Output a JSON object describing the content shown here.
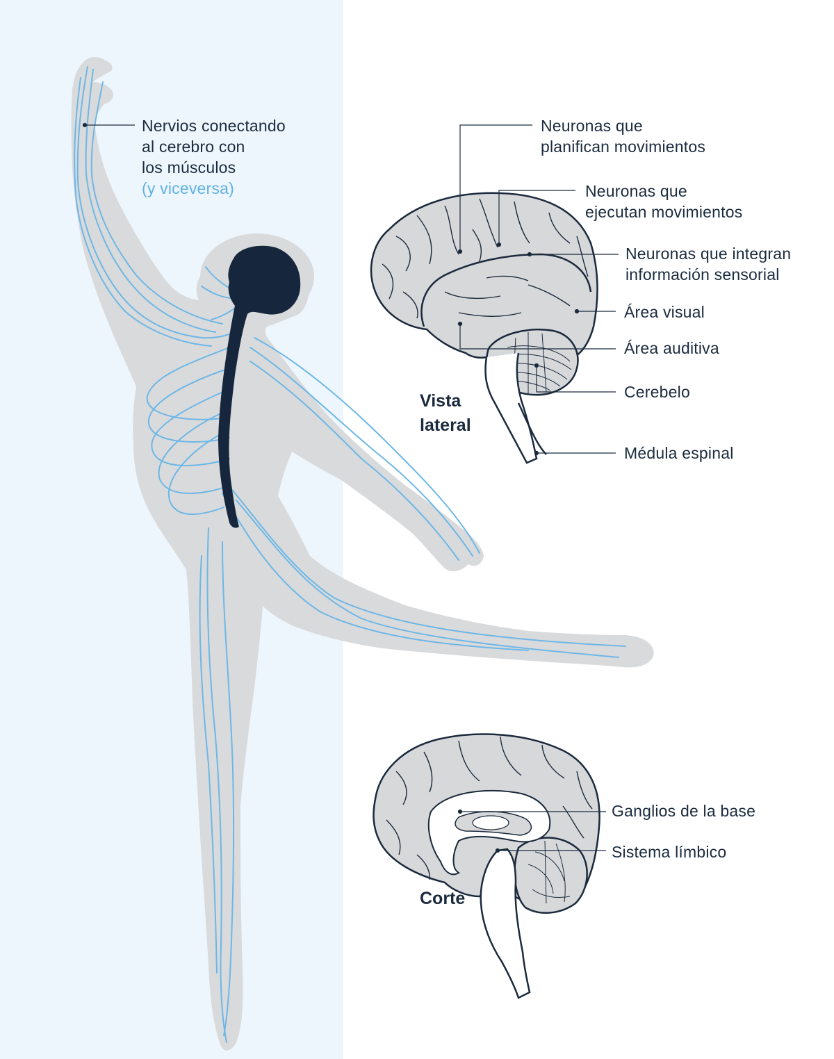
{
  "dancer": {
    "nerves_label": {
      "line1": "Nervios conectando",
      "line2": "al cerebro con",
      "line3": "los músculos",
      "line4": "(y viceversa)"
    }
  },
  "lateral_view": {
    "title_line1": "Vista",
    "title_line2": "lateral",
    "labels": {
      "planning": {
        "line1": "Neuronas que",
        "line2": "planifican movimientos"
      },
      "executing": {
        "line1": "Neuronas que",
        "line2": "ejecutan movimientos"
      },
      "integrating": {
        "line1": "Neuronas que integran",
        "line2": "información sensorial"
      },
      "visual": "Área visual",
      "auditory": "Área auditiva",
      "cerebellum": "Cerebelo",
      "spinal_cord": "Médula espinal"
    }
  },
  "section_view": {
    "title": "Corte",
    "labels": {
      "basal_ganglia": "Ganglios de la base",
      "limbic": "Sistema límbico"
    }
  },
  "colors": {
    "panel_bg": "#eef6fd",
    "body_gray": "#d9dadc",
    "nerve_blue": "#6db7e6",
    "cns_navy": "#15263d",
    "brain_fill": "#d7d8da",
    "outline": "#1b2a3d",
    "accent_blue_text": "#5fb1e3"
  }
}
